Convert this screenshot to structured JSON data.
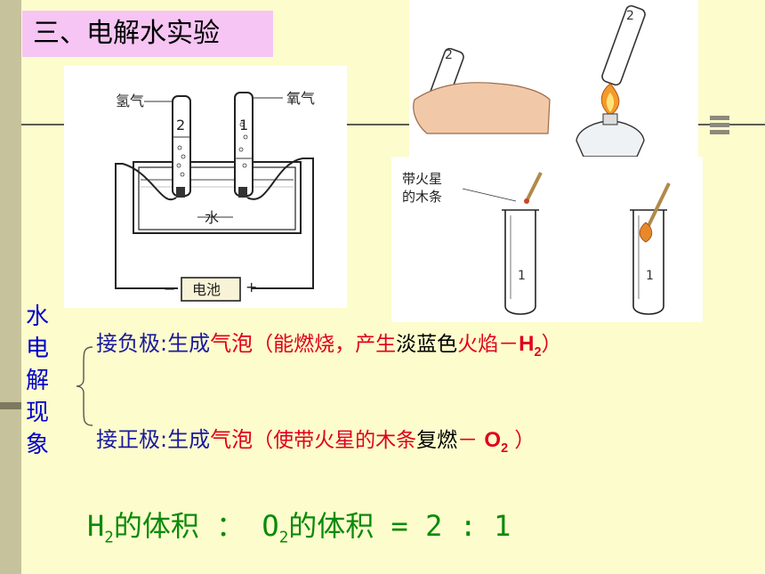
{
  "title": "三、电解水实验",
  "apparatus": {
    "hydrogen_label": "氢气",
    "oxygen_label": "氧气",
    "tube_left_number": "2",
    "tube_right_number": "1",
    "water_label": "水",
    "battery_label": "电池",
    "minus_sign": "−",
    "plus_sign": "+"
  },
  "test_figures": {
    "tube_number_2": "2",
    "tube_number_1": "1",
    "splint_label_line1": "带火星",
    "splint_label_line2": "的木条"
  },
  "side_label": [
    "水",
    "电",
    "解",
    "现",
    "象"
  ],
  "phenomena": {
    "negative": {
      "prefix": "接负极:生成",
      "bubble": "气泡",
      "open": "（",
      "part1": "能燃烧，产生",
      "part2": "淡蓝色",
      "part3": "火焰－",
      "gas": "H",
      "gas_sub": "2",
      "close": "）"
    },
    "positive": {
      "prefix": "接正极:生成",
      "bubble": "气泡",
      "open": "（",
      "part1": "使带火星的木条",
      "part2": "复燃",
      "part3": "－ ",
      "gas": "O",
      "gas_sub": "2",
      "close": " ）"
    }
  },
  "ratio": {
    "left": "H",
    "left_sub": "2",
    "left_text": "的体积",
    "colon1": " ： ",
    "right": "O",
    "right_sub": "2",
    "right_text": "的体积 = 2 : 1"
  }
}
